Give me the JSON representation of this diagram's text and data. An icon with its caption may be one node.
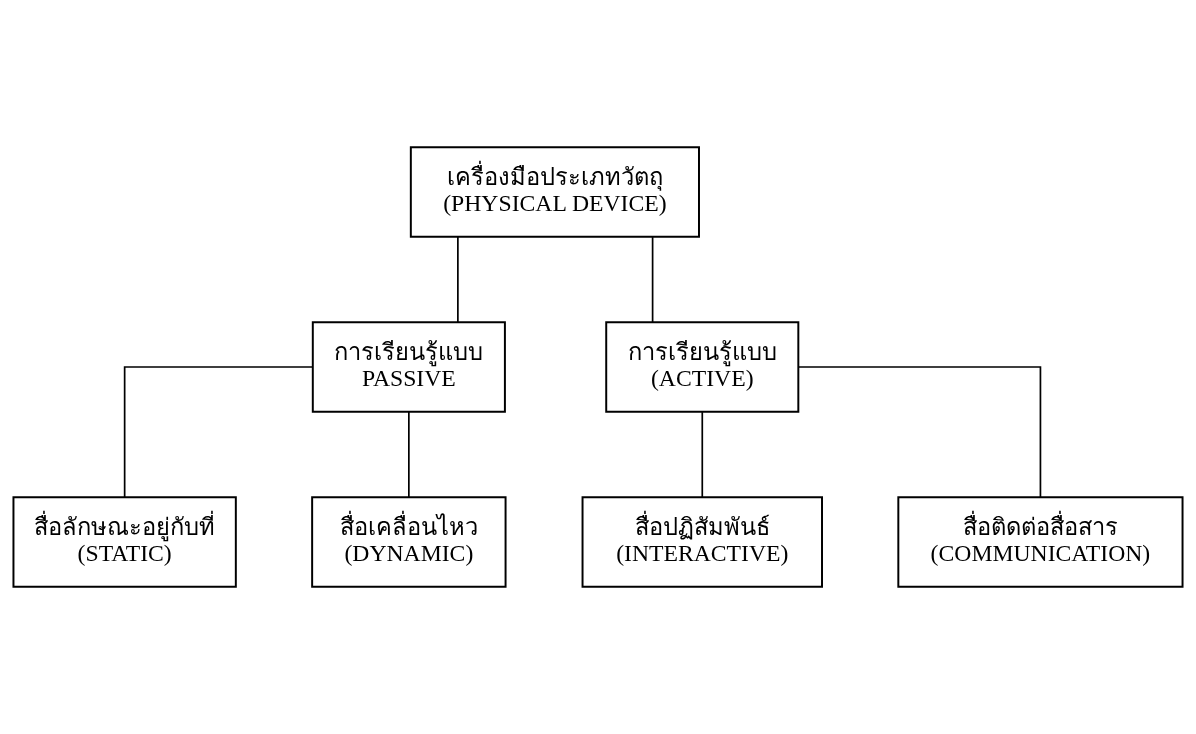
{
  "diagram": {
    "nodes": [
      {
        "text": [
          "เครื่องมือประเภทวัตถุ",
          "(PHYSICAL DEVICE)"
        ]
      },
      {
        "text": [
          "การเรียนรู้แบบ",
          "PASSIVE"
        ]
      },
      {
        "text": [
          "การเรียนรู้แบบ",
          "(ACTIVE)"
        ]
      },
      {
        "text": [
          "สื่อลักษณะอยู่กับที่",
          "(STATIC)"
        ]
      },
      {
        "text": [
          "สื่อเคลื่อนไหว",
          "(DYNAMIC)"
        ]
      },
      {
        "text": [
          "สื่อปฏิสัมพันธ์",
          "(INTERACTIVE)"
        ]
      },
      {
        "text": [
          "สื่อติดต่อสื่อสาร",
          "(COMMUNICATION)"
        ]
      }
    ],
    "edges": [
      {
        "from": 0,
        "to": 1,
        "arrow": "none"
      },
      {
        "from": 0,
        "to": 2,
        "arrow": "none"
      },
      {
        "from": 1,
        "to": 3,
        "arrow": "none"
      },
      {
        "from": 1,
        "to": 4,
        "arrow": "none"
      },
      {
        "from": 2,
        "to": 5,
        "arrow": "none"
      },
      {
        "from": 2,
        "to": 6,
        "arrow": "none"
      }
    ]
  }
}
